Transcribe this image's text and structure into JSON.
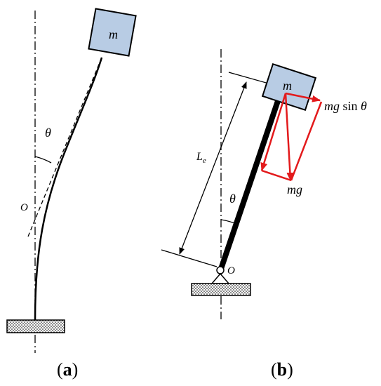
{
  "figure": {
    "panel_a": {
      "mass_label": "m",
      "angle_label": "θ",
      "origin_label": "O",
      "caption_open": "(",
      "caption_letter": "a",
      "caption_close": ")"
    },
    "panel_b": {
      "mass_label": "m",
      "angle_label": "θ",
      "origin_label": "O",
      "length_label_main": "L",
      "length_label_sub": "e",
      "force_label": "mg",
      "component_label_italic": "mg",
      "component_label_func": " sin ",
      "component_label_angle": "θ",
      "caption_open": "(",
      "caption_letter": "b",
      "caption_close": ")"
    }
  },
  "colors": {
    "mass_fill": "#b8cce4",
    "force_red": "#e31a1c",
    "ink": "#000000"
  }
}
